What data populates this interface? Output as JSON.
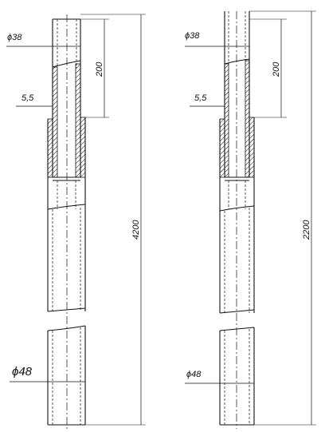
{
  "colors": {
    "ink": "#111111",
    "background": "#ffffff"
  },
  "left_drawing": {
    "inner_diameter": "ϕ38",
    "overlap_length": "200",
    "wall_offset": "5,5",
    "total_length": "4200",
    "outer_diameter": "ϕ48"
  },
  "right_drawing": {
    "inner_diameter": "ϕ38",
    "overlap_length": "200",
    "wall_offset": "5,5",
    "total_length": "2200",
    "outer_diameter": "ϕ48"
  }
}
